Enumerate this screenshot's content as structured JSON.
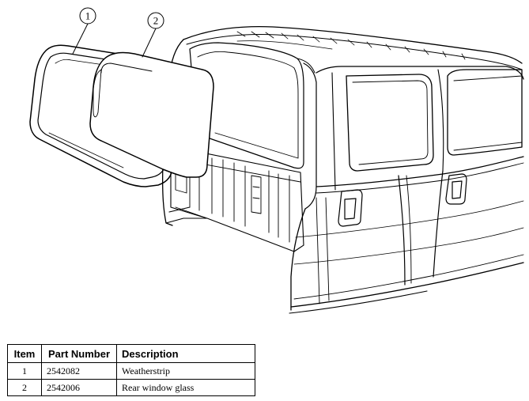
{
  "callouts": [
    {
      "label": "1"
    },
    {
      "label": "2"
    }
  ],
  "table": {
    "headers": {
      "item": "Item",
      "part_number": "Part Number",
      "description": "Description"
    },
    "rows": [
      {
        "item": "1",
        "part_number": "2542082",
        "description": "Weatherstrip"
      },
      {
        "item": "2",
        "part_number": "2542006",
        "description": "Rear window glass"
      }
    ]
  }
}
